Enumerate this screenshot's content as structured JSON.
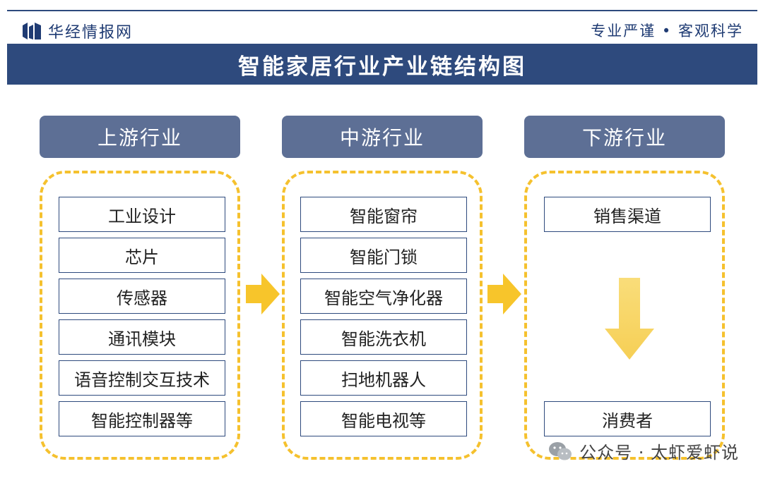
{
  "header": {
    "logo_text": "华经情报网",
    "slogan": "专业严谨 • 客观科学"
  },
  "title": "智能家居行业产业链结构图",
  "columns": [
    {
      "header": "上游行业",
      "items": [
        "工业设计",
        "芯片",
        "传感器",
        "通讯模块",
        "语音控制交互技术",
        "智能控制器等"
      ]
    },
    {
      "header": "中游行业",
      "items": [
        "智能窗帘",
        "智能门锁",
        "智能空气净化器",
        "智能洗衣机",
        "扫地机器人",
        "智能电视等"
      ]
    },
    {
      "header": "下游行业",
      "items": [
        "销售渠道",
        "消费者"
      ]
    }
  ],
  "footer": {
    "text": "公众号 · 太虾爱虾说"
  },
  "icons": {
    "logo": "bars-logo-icon",
    "arrow_right": "arrow-right-icon",
    "arrow_down": "arrow-down-icon",
    "wechat": "wechat-icon"
  },
  "colors": {
    "navy": "#2e4a7d",
    "header_gray_blue": "#5d6f95",
    "dashed_yellow": "#f5c12e",
    "arrow_yellow": "#f7c52b",
    "arrow_light_yellow": "#f9dd7a"
  }
}
